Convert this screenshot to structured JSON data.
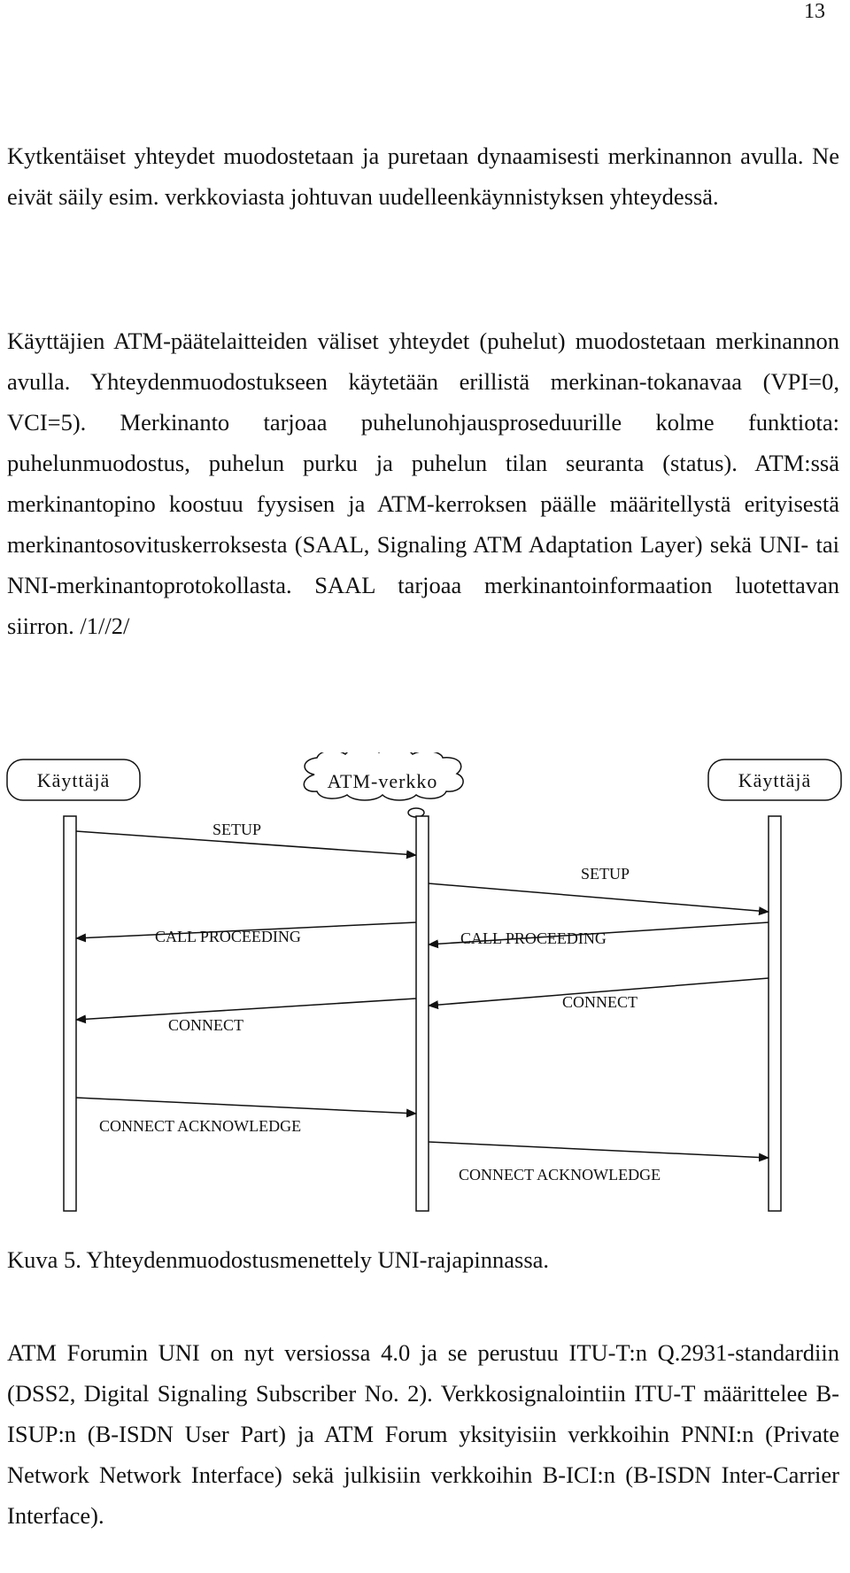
{
  "page_number": "13",
  "paragraphs": {
    "p1": "Kytkentäiset yhteydet muodostetaan ja puretaan dynaamisesti merkinannon avulla. Ne eivät säily esim. verkkoviasta johtuvan uudelleenkäynnistyksen yhteydessä.",
    "p2": "Käyttäjien ATM-päätelaitteiden väliset yhteydet (puhelut) muodostetaan merkinannon avulla. Yhteydenmuodostukseen käytetään erillistä merkinan-tokanavaa (VPI=0, VCI=5). Merkinanto tarjoaa puhelunohjausproseduurille kolme funktiota: puhelunmuodostus, puhelun purku ja puhelun tilan seuranta (status). ATM:ssä merkinantopino koostuu fyysisen ja ATM-kerroksen päälle määritellystä erityisestä merkinantosovituskerroksesta (SAAL, Signaling ATM Adaptation Layer) sekä UNI- tai NNI-merkinantoprotokollasta. SAAL tarjoaa merkinantoinformaation luotettavan siirron. /1//2/",
    "p4": "ATM Forumin UNI on nyt versiossa 4.0 ja se perustuu ITU-T:n Q.2931-standardiin (DSS2, Digital Signaling Subscriber No. 2). Verkkosignalointiin ITU-T määrittelee B-ISUP:n (B-ISDN User Part) ja ATM Forum yksityisiin verkkoihin PNNI:n (Private Network Network Interface) sekä julkisiin verkkoihin B-ICI:n (B-ISDN Inter-Carrier Interface)."
  },
  "diagram": {
    "left_entity": "Käyttäjä",
    "center_entity": "ATM-verkko",
    "right_entity": "Käyttäjä",
    "messages": {
      "setup_left": "SETUP",
      "setup_right": "SETUP",
      "call_proceeding_left": "CALL PROCEEDING",
      "call_proceeding_right": "CALL PROCEEDING",
      "connect_left": "CONNECT",
      "connect_right": "CONNECT",
      "connect_ack_left": "CONNECT ACKNOWLEDGE",
      "connect_ack_right": "CONNECT ACKNOWLEDGE"
    }
  },
  "caption": "Kuva 5. Yhteydenmuodostusmenettely UNI-rajapinnassa."
}
